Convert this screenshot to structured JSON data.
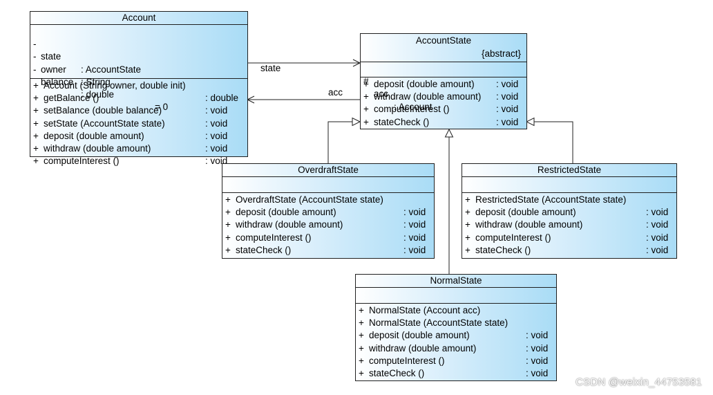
{
  "classes": {
    "account": {
      "name": "Account",
      "attributes": [
        {
          "vis": "-",
          "name": "state",
          "type": ": AccountState"
        },
        {
          "vis": "-",
          "name": "owner",
          "type": ": String"
        },
        {
          "vis": "-",
          "name": "balance",
          "type": ": double",
          "init": "= 0"
        }
      ],
      "operations": [
        {
          "vis": "+",
          "sig": "Account (String owner, double init)",
          "type": ""
        },
        {
          "vis": "+",
          "sig": "getBalance ()",
          "type": ": double"
        },
        {
          "vis": "+",
          "sig": "setBalance (double balance)",
          "type": ": void"
        },
        {
          "vis": "+",
          "sig": "setState (AccountState state)",
          "type": ": void"
        },
        {
          "vis": "+",
          "sig": "deposit (double amount)",
          "type": ": void"
        },
        {
          "vis": "+",
          "sig": "withdraw (double amount)",
          "type": ": void"
        },
        {
          "vis": "+",
          "sig": "computeInterest ()",
          "type": ": void"
        }
      ]
    },
    "account_state": {
      "name": "AccountState",
      "stereotype": "{abstract}",
      "attributes": [
        {
          "vis": "#",
          "name": "acc",
          "type": ": Account"
        }
      ],
      "operations": [
        {
          "vis": "+",
          "sig": "deposit (double amount)",
          "type": ": void"
        },
        {
          "vis": "+",
          "sig": "withdraw (double amount)",
          "type": ": void"
        },
        {
          "vis": "+",
          "sig": "computeInterest ()",
          "type": ": void"
        },
        {
          "vis": "+",
          "sig": "stateCheck ()",
          "type": ": void"
        }
      ]
    },
    "overdraft_state": {
      "name": "OverdraftState",
      "operations": [
        {
          "vis": "+",
          "sig": "OverdraftState (AccountState state)",
          "type": ""
        },
        {
          "vis": "+",
          "sig": "deposit (double amount)",
          "type": ": void"
        },
        {
          "vis": "+",
          "sig": "withdraw (double amount)",
          "type": ": void"
        },
        {
          "vis": "+",
          "sig": "computeInterest ()",
          "type": ": void"
        },
        {
          "vis": "+",
          "sig": "stateCheck ()",
          "type": ": void"
        }
      ]
    },
    "restricted_state": {
      "name": "RestrictedState",
      "operations": [
        {
          "vis": "+",
          "sig": "RestrictedState (AccountState state)",
          "type": ""
        },
        {
          "vis": "+",
          "sig": "deposit (double amount)",
          "type": ": void"
        },
        {
          "vis": "+",
          "sig": "withdraw (double amount)",
          "type": ": void"
        },
        {
          "vis": "+",
          "sig": "computeInterest ()",
          "type": ": void"
        },
        {
          "vis": "+",
          "sig": "stateCheck ()",
          "type": ": void"
        }
      ]
    },
    "normal_state": {
      "name": "NormalState",
      "operations": [
        {
          "vis": "+",
          "sig": "NormalState (Account acc)",
          "type": ""
        },
        {
          "vis": "+",
          "sig": "NormalState (AccountState state)",
          "type": ""
        },
        {
          "vis": "+",
          "sig": "deposit (double amount)",
          "type": ": void"
        },
        {
          "vis": "+",
          "sig": "withdraw (double amount)",
          "type": ": void"
        },
        {
          "vis": "+",
          "sig": "computeInterest ()",
          "type": ": void"
        },
        {
          "vis": "+",
          "sig": "stateCheck ()",
          "type": ": void"
        }
      ]
    }
  },
  "associations": {
    "state_label": "state",
    "acc_label": "acc"
  },
  "watermark": "CSDN @weixin_44753581",
  "colors": {
    "box_gradient_start": "#ffffff",
    "box_gradient_end": "#a9dcf6",
    "border": "#1f1f1f"
  }
}
